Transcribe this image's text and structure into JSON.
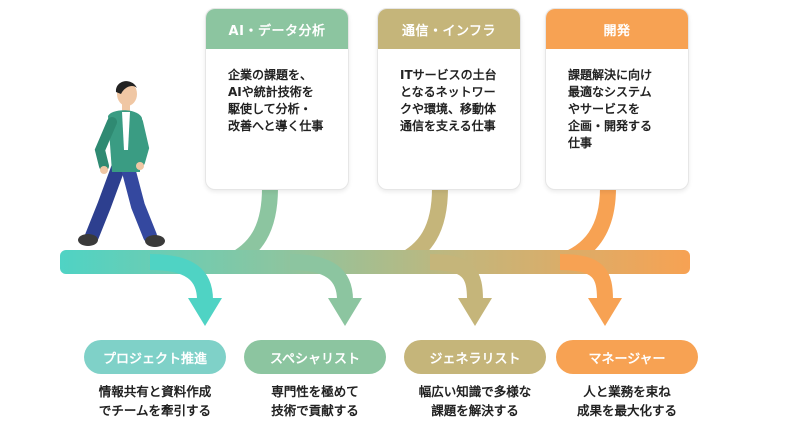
{
  "colors": {
    "ai": "#8cc5a0",
    "network": "#c5b57a",
    "dev": "#f7a253",
    "teal": "#4fd3c4",
    "pm_pill": "#7fd1c8",
    "specialist_pill": "#8cc5a0",
    "generalist_pill": "#c5b57a",
    "manager_pill": "#f7a253"
  },
  "work_areas": [
    {
      "title": "AI・データ分析",
      "description": "企業の課題を、\nAIや統計技術を\n駆使して分析・\n改善へと導く仕事"
    },
    {
      "title": "通信・インフラ",
      "description": "ITサービスの土台\nとなるネットワー\nクや環境、移動体\n通信を支える仕事"
    },
    {
      "title": "開発",
      "description": "課題解決に向け\n最適なシステム\nやサービスを\n企画・開発する\n仕事"
    }
  ],
  "roles": [
    {
      "title": "プロジェクト推進",
      "description": "情報共有と資料作成\nでチームを牽引する"
    },
    {
      "title": "スペシャリスト",
      "description": "専門性を極めて\n技術で貢献する"
    },
    {
      "title": "ジェネラリスト",
      "description": "幅広い知識で多様な\n課題を解決する"
    },
    {
      "title": "マネージャー",
      "description": "人と業務を束ね\n成果を最大化する"
    }
  ],
  "illustration": {
    "icon": "walking-person-icon"
  }
}
